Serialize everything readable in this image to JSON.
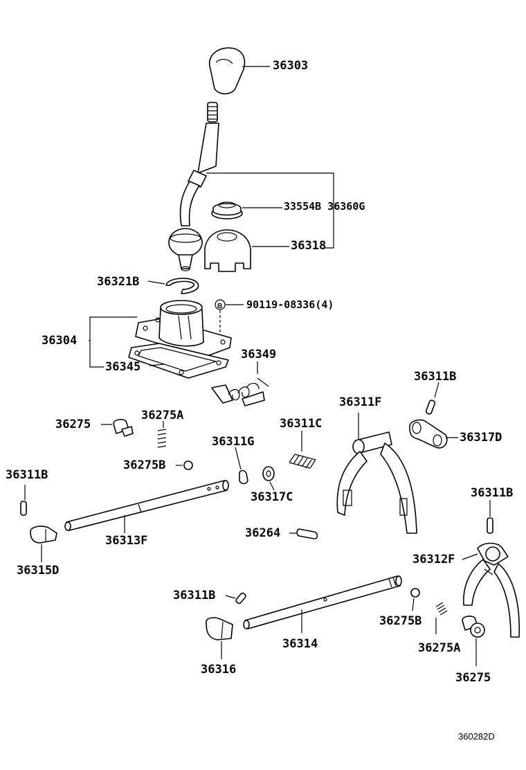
{
  "parts": {
    "p36303": "36303",
    "p33554b_36360g": "33554B 36360G",
    "p36318": "36318",
    "p36321b": "36321B",
    "p90119": "90119-08336(4)",
    "p36304": "36304",
    "p36345": "36345",
    "p36349": "36349",
    "p36311b_a": "36311B",
    "p36311f": "36311F",
    "p36275_a": "36275",
    "p36275a_a": "36275A",
    "p36311c": "36311C",
    "p36311g": "36311G",
    "p36317d": "36317D",
    "p36275b_a": "36275B",
    "p36311b_b": "36311B",
    "p36317c": "36317C",
    "p36311b_c": "36311B",
    "p36264": "36264",
    "p36313f": "36313F",
    "p36315d": "36315D",
    "p36312f": "36312F",
    "p36311b_d": "36311B",
    "p36275b_b": "36275B",
    "p36314": "36314",
    "p36275a_b": "36275A",
    "p36316": "36316",
    "p36275_b": "36275"
  },
  "b_marker": "B",
  "diagram_code": "360282D"
}
